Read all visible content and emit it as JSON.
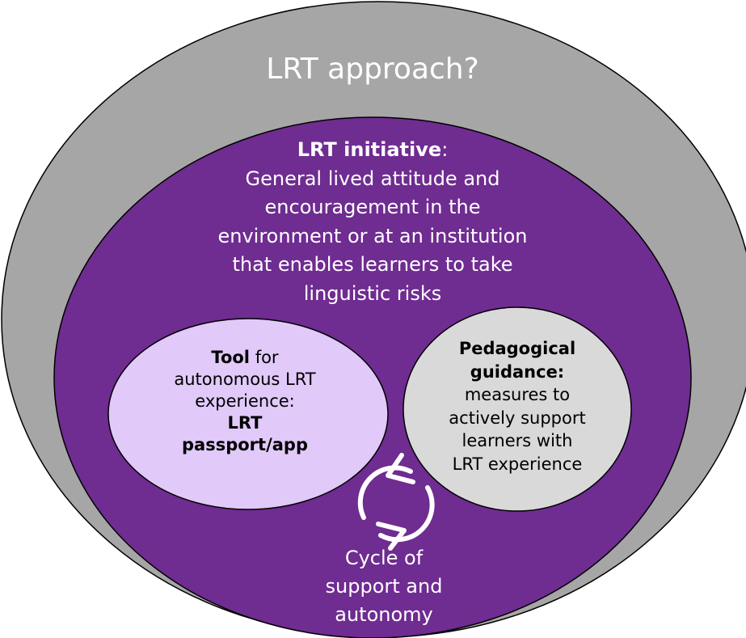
{
  "colors": {
    "background": "#ffffff",
    "outer_circle": "#a6a6a6",
    "initiative_circle": "#6f2c91",
    "tool_circle": "#e1c9f9",
    "guidance_circle": "#d9d9d9",
    "outline": "#000000",
    "light_text": "#ffffff",
    "dark_text": "#000000"
  },
  "outer": {
    "title": "LRT approach?"
  },
  "initiative": {
    "heading": "LRT initiative",
    "colon": ":",
    "lines": [
      "General lived attitude and",
      "encouragement in the",
      "environment or at an institution",
      "that enables learners to take",
      "linguistic risks"
    ]
  },
  "tool": {
    "heading": "Tool",
    "heading_suffix": " for",
    "lines": [
      "autonomous LRT",
      "experience:"
    ],
    "bold_lines": [
      "LRT",
      "passport/app"
    ]
  },
  "guidance": {
    "bold_lines": [
      "Pedagogical",
      "guidance:"
    ],
    "lines": [
      "measures to",
      "actively support",
      "learners with",
      "LRT experience"
    ]
  },
  "cycle": {
    "icon": "cycle-arrows-icon",
    "lines": [
      "Cycle of",
      "support and",
      "autonomy"
    ]
  }
}
